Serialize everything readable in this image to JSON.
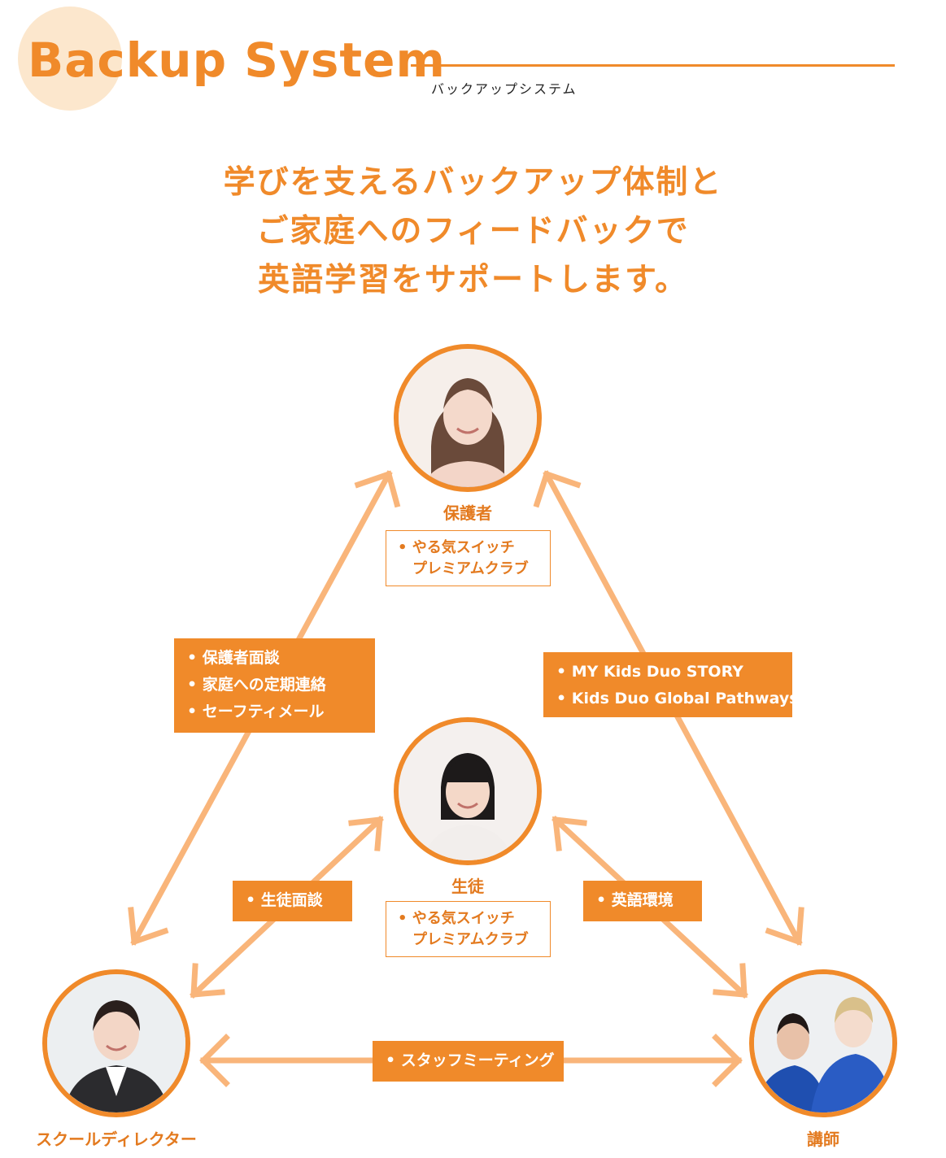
{
  "header": {
    "logo_text": "Backup System",
    "subtitle": "バックアップシステム"
  },
  "headline": {
    "line1": "学びを支えるバックアップ体制と",
    "line2": "ご家庭へのフィードバックで",
    "line3": "英語学習をサポートします。"
  },
  "nodes": {
    "guardian": {
      "label": "保護者",
      "note_line1": "やる気スイッチ",
      "note_line2": "プレミアムクラブ"
    },
    "student": {
      "label": "生徒",
      "note_line1": "やる気スイッチ",
      "note_line2": "プレミアムクラブ"
    },
    "director": {
      "label": "スクールディレクター"
    },
    "teacher": {
      "label": "講師"
    }
  },
  "links": {
    "guardian_director": [
      "保護者面談",
      "家庭への定期連絡",
      "セーフティメール"
    ],
    "guardian_teacher": [
      "MY Kids Duo STORY",
      "Kids Duo Global Pathways"
    ],
    "student_director": [
      "生徒面談"
    ],
    "student_teacher": [
      "英語環境"
    ],
    "director_teacher": [
      "スタッフミーティング"
    ]
  },
  "colors": {
    "accent": "#f08a2a",
    "arrow": "#f9b57a",
    "blob": "#fbe3c4"
  }
}
